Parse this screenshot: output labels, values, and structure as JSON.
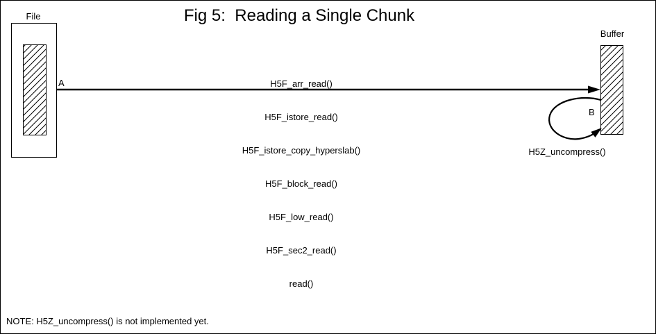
{
  "title": "Fig 5:  Reading a Single Chunk",
  "file": {
    "label": "File"
  },
  "buffer": {
    "label": "Buffer"
  },
  "read_path": {
    "point_label": "A",
    "functions": [
      "H5F_arr_read()",
      "H5F_istore_read()",
      "H5F_istore_copy_hyperslab()",
      "H5F_block_read()",
      "H5F_low_read()",
      "H5F_sec2_read()",
      "read()"
    ]
  },
  "uncompress_loop": {
    "point_label": "B",
    "function_label": "H5Z_uncompress()"
  },
  "note": "NOTE: H5Z_uncompress() is not implemented yet.",
  "colors": {
    "ink": "#000000",
    "background": "#ffffff"
  }
}
